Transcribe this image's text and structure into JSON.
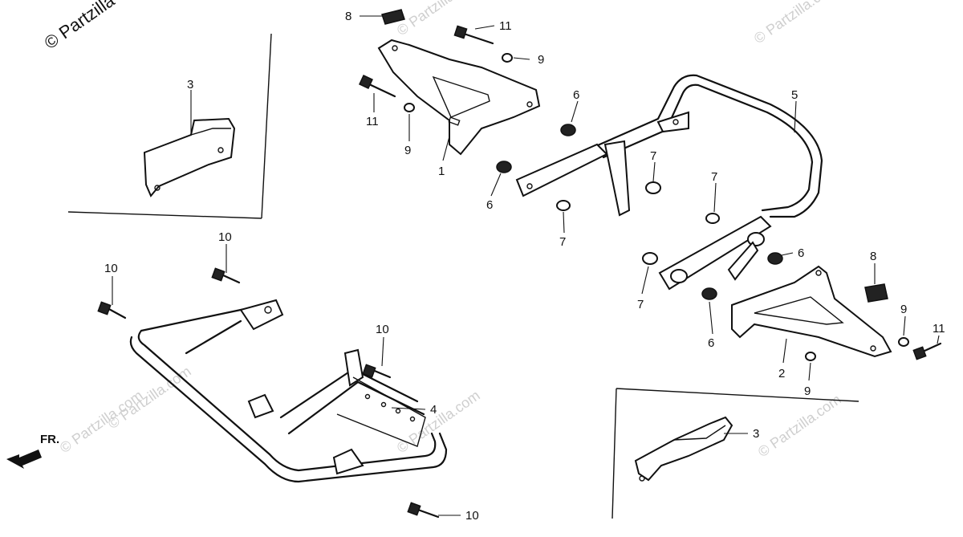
{
  "watermark": {
    "corner_text": "© Partzilla",
    "tile_text": "© Partzilla.com"
  },
  "direction_marker": "FR.",
  "callouts": {
    "c1": "1",
    "c2": "2",
    "c3a": "3",
    "c3b": "3",
    "c4": "4",
    "c5": "5",
    "c6a": "6",
    "c6b": "6",
    "c6c": "6",
    "c6d": "6",
    "c7a": "7",
    "c7b": "7",
    "c7c": "7",
    "c7d": "7",
    "c8a": "8",
    "c8b": "8",
    "c9a": "9",
    "c9b": "9",
    "c9c": "9",
    "c9d": "9",
    "c10a": "10",
    "c10b": "10",
    "c10c": "10",
    "c10d": "10",
    "c11a": "11",
    "c11b": "11",
    "c11c": "11"
  }
}
